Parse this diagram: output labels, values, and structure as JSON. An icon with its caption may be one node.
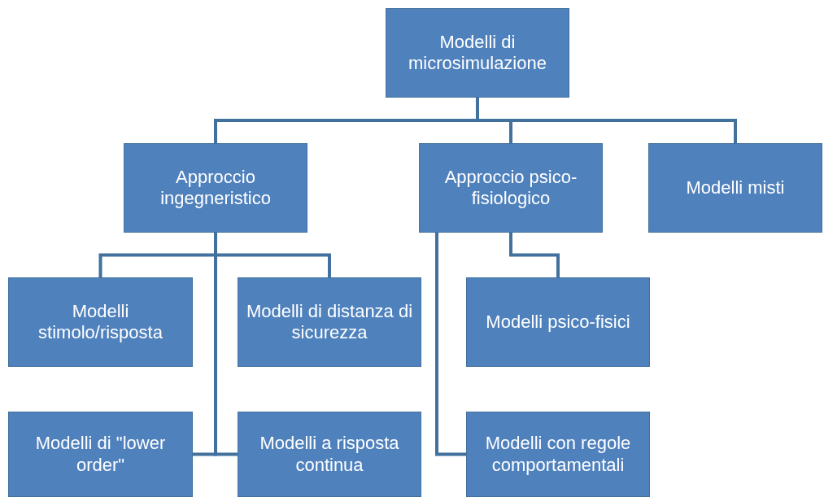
{
  "diagram": {
    "nodes": [
      {
        "text": [
          "Modelli di microsimulazione"
        ]
      },
      {
        "text": [
          "Approccio ingegneristico"
        ]
      },
      {
        "text": [
          "Approccio psico-fisiologico"
        ]
      },
      {
        "text": [
          "Modelli misti"
        ]
      },
      {
        "text": [
          "Modelli stimolo/risposta"
        ]
      },
      {
        "text": [
          "Modelli di distanza di sicurezza"
        ]
      },
      {
        "text": [
          "Modelli di \"lower order\""
        ]
      },
      {
        "text": [
          "Modelli a risposta continua"
        ]
      },
      {
        "text": [
          "Modelli psico-fisici"
        ]
      },
      {
        "text": [
          "Modelli con regole comportamentali"
        ]
      }
    ],
    "edges": [
      {
        "from": 0,
        "to": 1,
        "arrow": "none"
      },
      {
        "from": 0,
        "to": 2,
        "arrow": "none"
      },
      {
        "from": 0,
        "to": 3,
        "arrow": "none"
      },
      {
        "from": 1,
        "to": 4,
        "arrow": "none"
      },
      {
        "from": 1,
        "to": 5,
        "arrow": "none"
      },
      {
        "from": 1,
        "to": 6,
        "arrow": "none"
      },
      {
        "from": 1,
        "to": 7,
        "arrow": "none"
      },
      {
        "from": 2,
        "to": 8,
        "arrow": "none"
      },
      {
        "from": 2,
        "to": 9,
        "arrow": "none"
      }
    ]
  }
}
